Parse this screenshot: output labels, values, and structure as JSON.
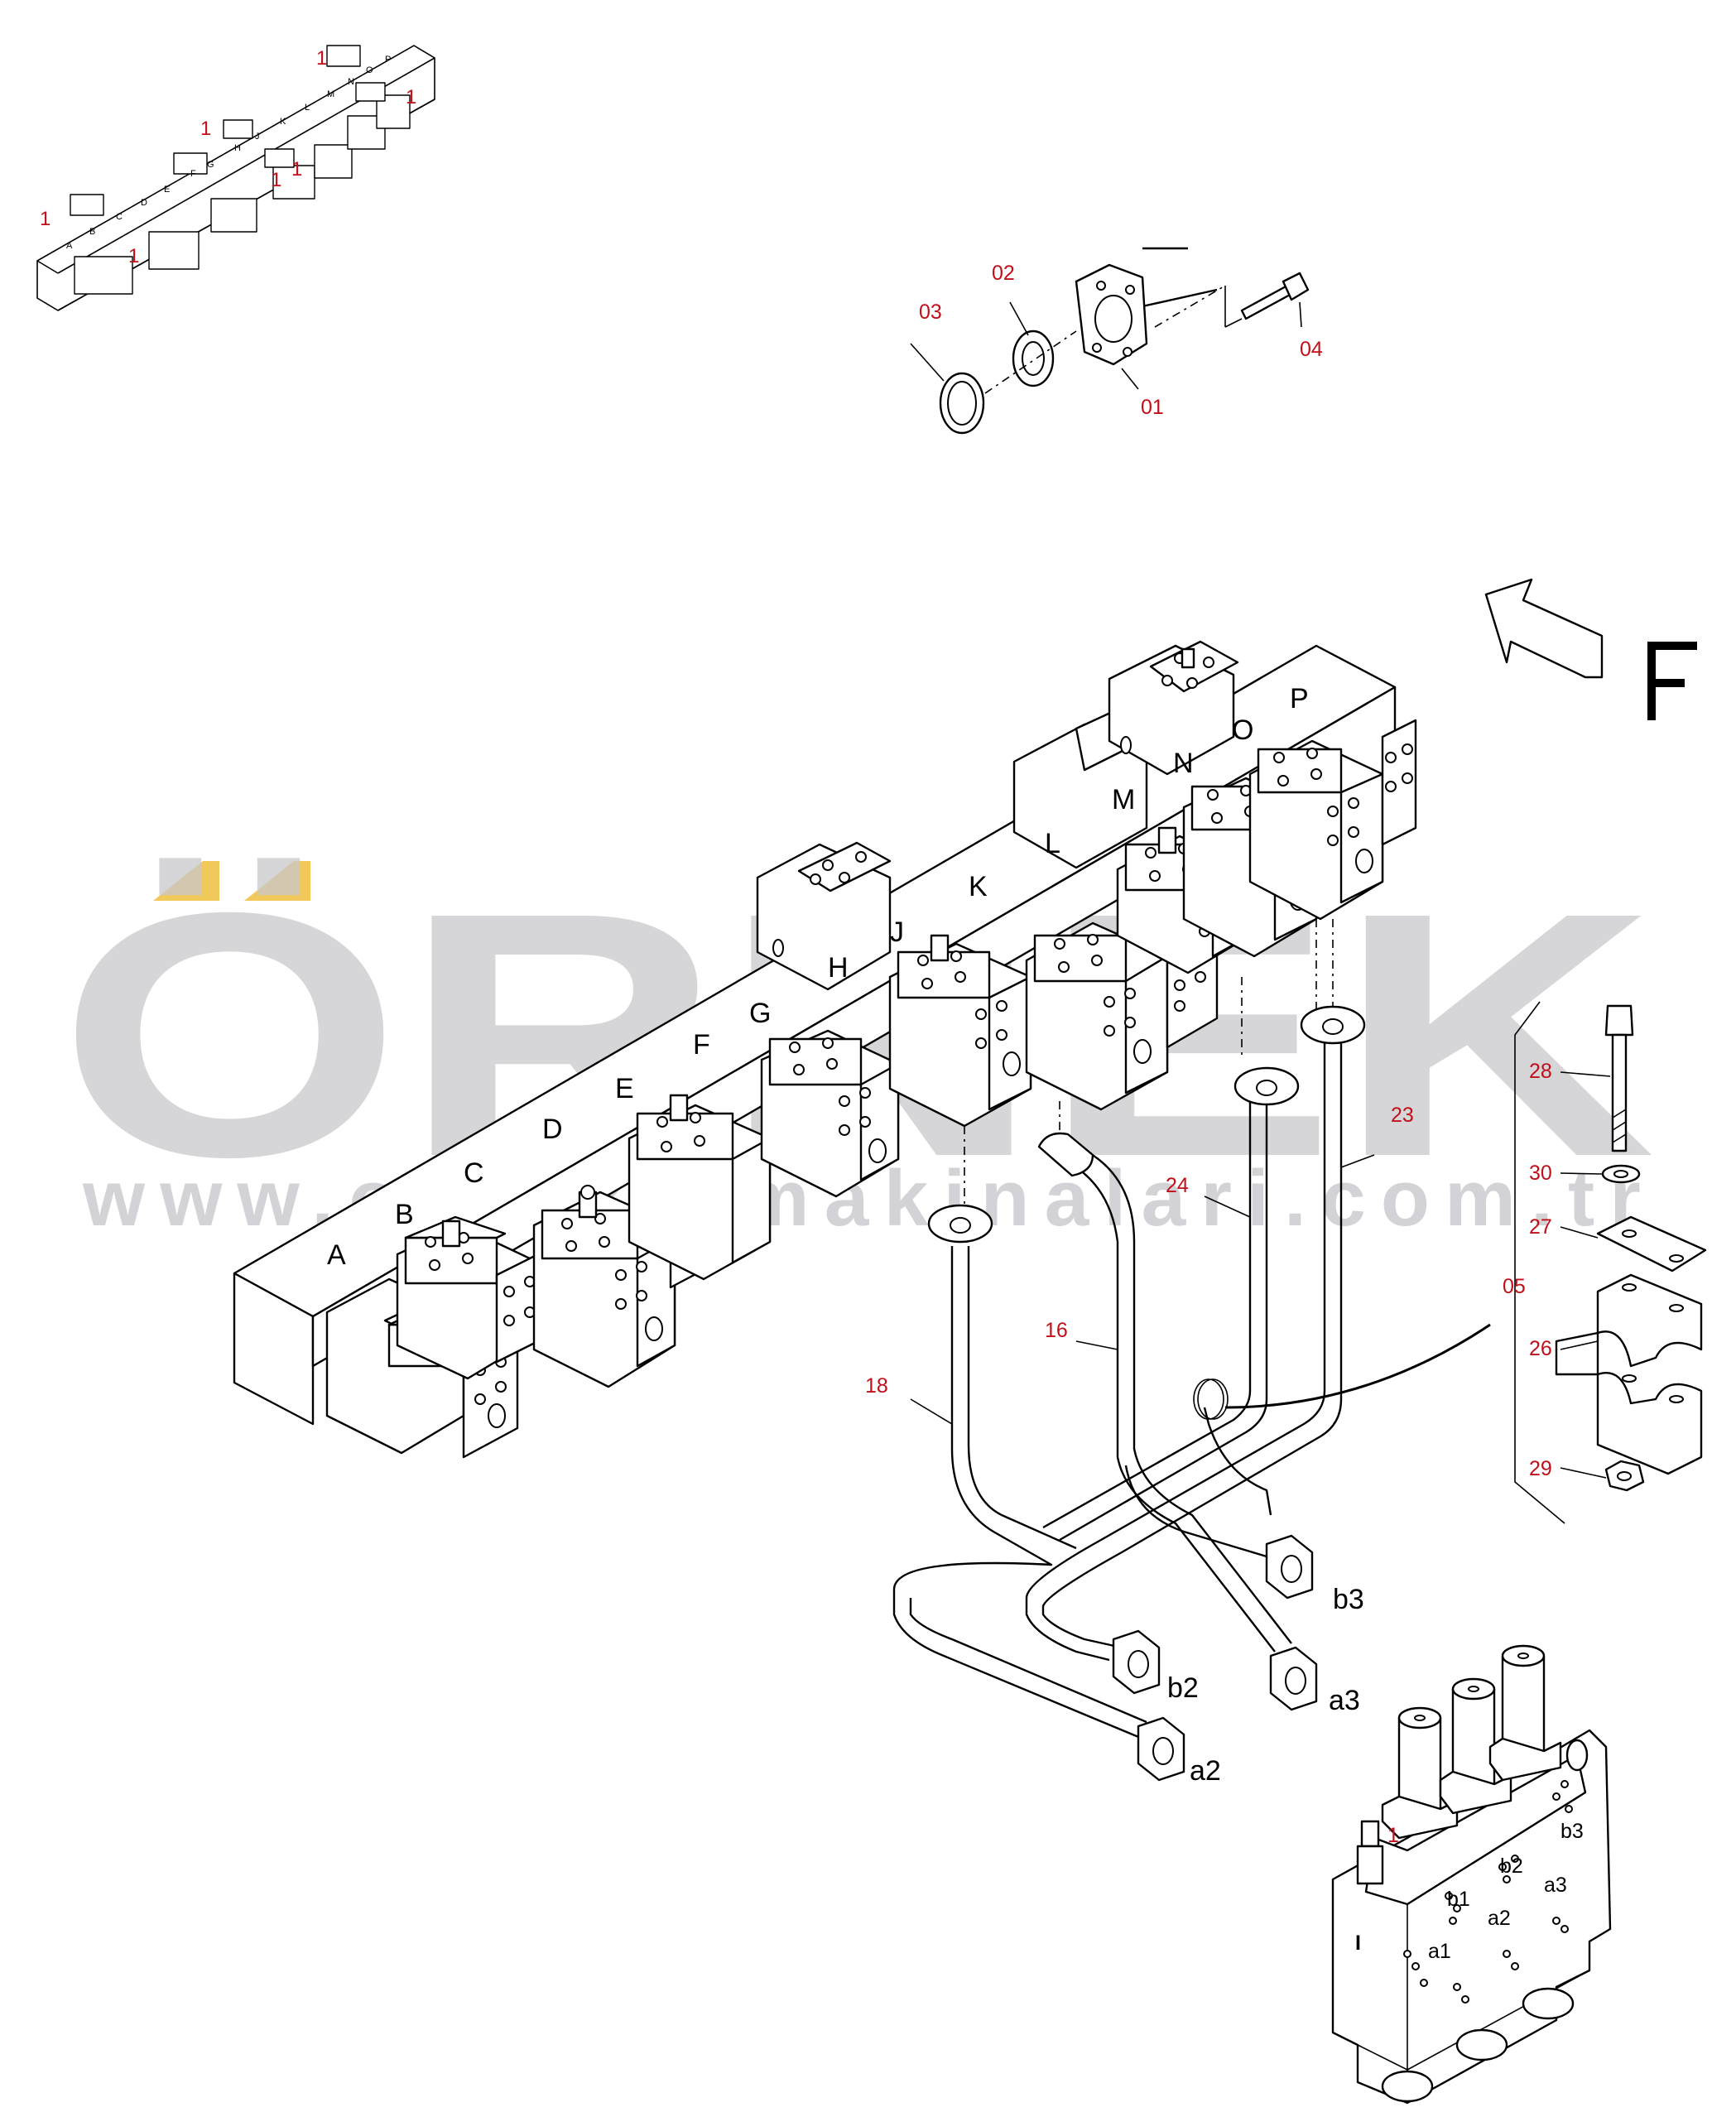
{
  "watermark": {
    "brand": "ÖRNEK",
    "url": "www.ornekismakinalari.com.tr",
    "accent_color": "#f1c85a",
    "text_color": "#c9c8cc"
  },
  "section_labels": [
    "A",
    "B",
    "C",
    "D",
    "E",
    "F",
    "G",
    "H",
    "J",
    "K",
    "L",
    "M",
    "N",
    "O",
    "P"
  ],
  "port_labels": [
    "b3",
    "b2",
    "a3",
    "a2"
  ],
  "manifold_port_labels": [
    "b3",
    "b2",
    "a3",
    "b1",
    "a2",
    "a1",
    "I"
  ],
  "view_letter": "F",
  "callouts": {
    "c01": "01",
    "c02": "02",
    "c03": "03",
    "c04": "04",
    "c05": "05",
    "c16": "16",
    "c18": "18",
    "c23": "23",
    "c24": "24",
    "c26": "26",
    "c27": "27",
    "c28": "28",
    "c29": "29",
    "c30": "30",
    "c1": "1"
  },
  "thumbnail": {
    "letters": [
      "A",
      "B",
      "C",
      "D",
      "E",
      "F",
      "G",
      "H",
      "J",
      "K",
      "L",
      "M",
      "N",
      "O",
      "P"
    ],
    "marker": "1"
  },
  "colors": {
    "line": "#000000",
    "callout": "#c0101a",
    "background": "#ffffff"
  }
}
